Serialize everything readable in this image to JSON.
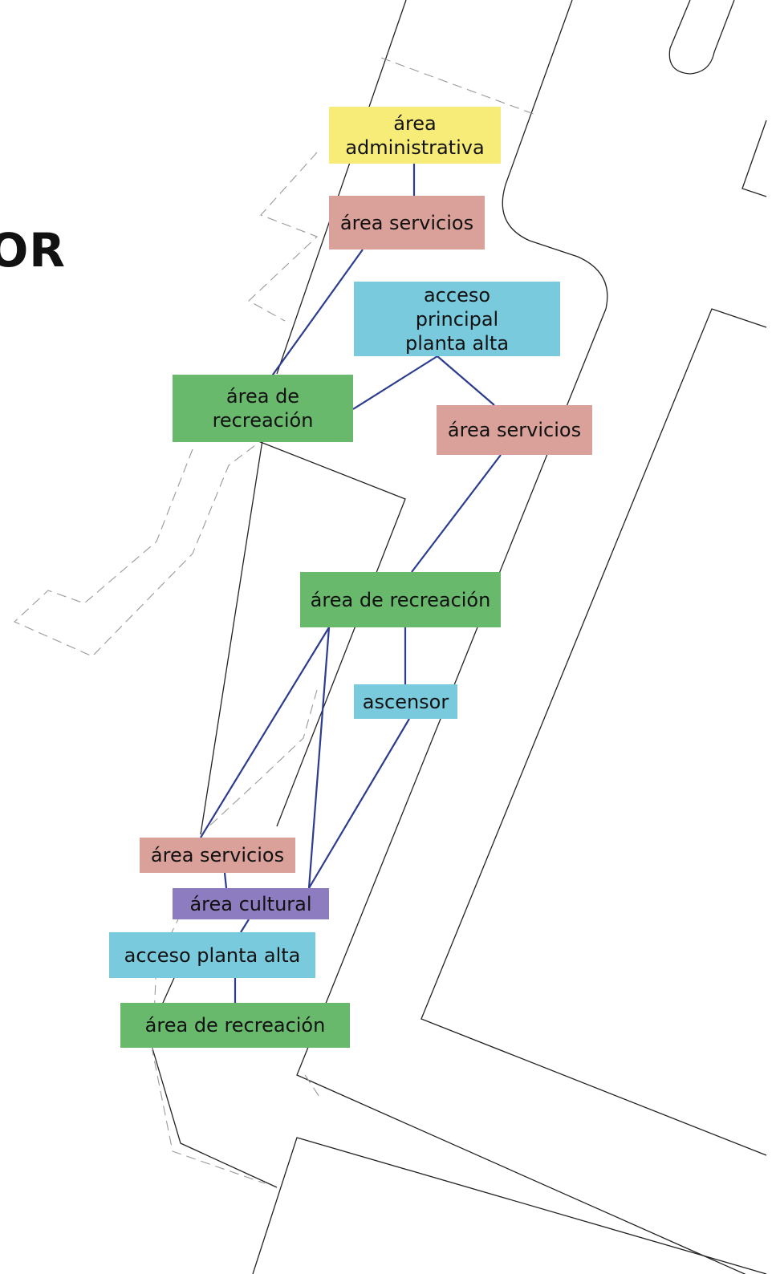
{
  "title_fragment": "OR",
  "colors": {
    "administrativa": "#f7ec78",
    "servicios": "#d9a19a",
    "acceso": "#79cadd",
    "recreacion": "#69b96c",
    "cultural": "#8e7cc0",
    "edge": "#2c3c8f"
  },
  "nodes": {
    "admin": "área administrativa",
    "serv1": "área servicios",
    "acc_principal": "acceso principal planta alta",
    "recr1": "área de recreación",
    "serv2": "área servicios",
    "recr2": "área de recreación",
    "ascensor": "ascensor",
    "serv3": "área servicios",
    "cultural": "área cultural",
    "acc_planta": "acceso planta alta",
    "recr3": "área de recreación"
  }
}
